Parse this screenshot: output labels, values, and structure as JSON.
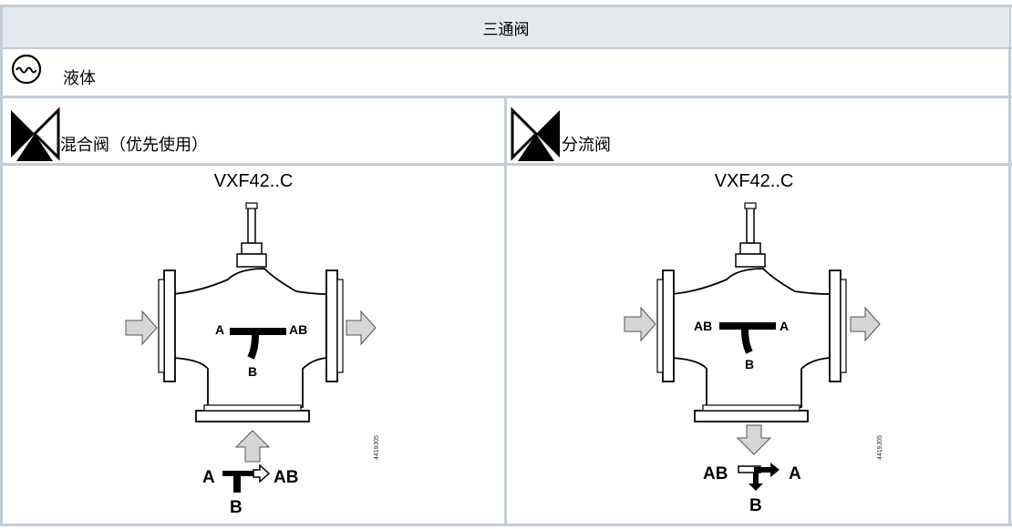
{
  "table": {
    "title": "三通阀",
    "medium_label": "液体",
    "columns": [
      {
        "type_label": "混合阀（优先使用）",
        "model": "VXF42..C",
        "code": "4419J05",
        "port_labels": {
          "left": "A",
          "right": "AB",
          "bottom": "B"
        },
        "flow_labels": {
          "in": "A",
          "out": "AB",
          "down": "B"
        }
      },
      {
        "type_label": "分流阀",
        "model": "VXF42..C",
        "code": "4419J05",
        "port_labels": {
          "left": "AB",
          "right": "A",
          "bottom": "B"
        },
        "flow_labels": {
          "in": "AB",
          "out": "A",
          "down": "B"
        }
      }
    ]
  },
  "colors": {
    "border": "#c3cdd7",
    "header_bg": "#e4e9ee",
    "arrow_fill": "#d6d6d6"
  }
}
